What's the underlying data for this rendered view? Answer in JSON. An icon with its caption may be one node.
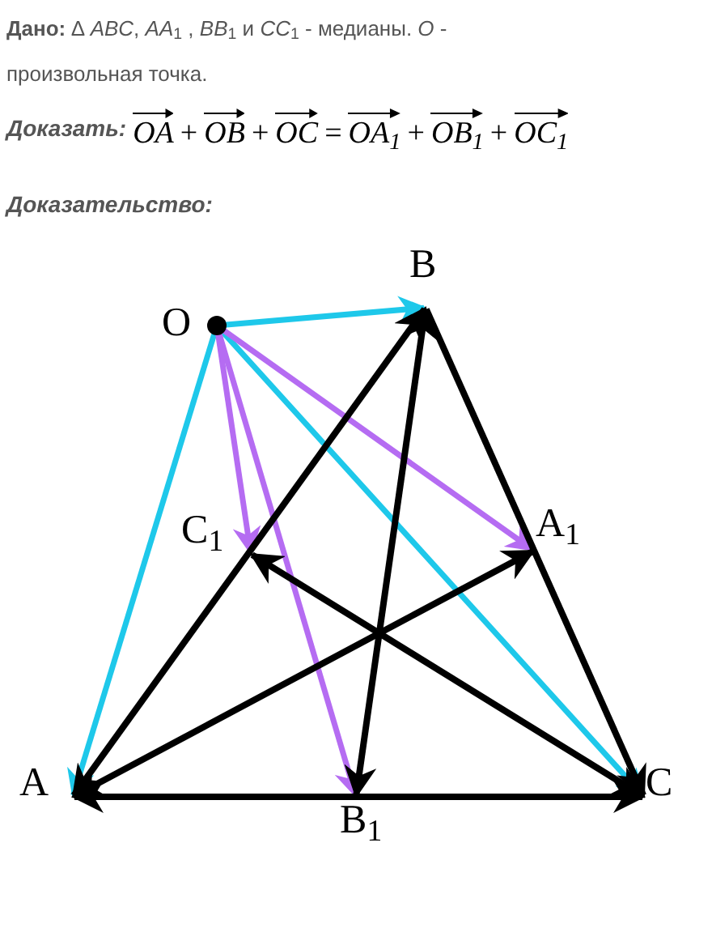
{
  "diagram": {
    "nodes": [
      {
        "text": [
          "O"
        ]
      },
      {
        "text": [
          "B"
        ]
      },
      {
        "text": [
          "A"
        ]
      },
      {
        "text": [
          "C"
        ]
      },
      {
        "text": [
          "A$_{1}$"
        ]
      },
      {
        "text": [
          "B$_{1}$"
        ]
      },
      {
        "text": [
          "C$_{1}$"
        ]
      }
    ],
    "edges": [
      {
        "from": 0,
        "to": 1,
        "arrow": "to",
        "color": "#1ec8ea"
      },
      {
        "from": 0,
        "to": 2,
        "arrow": "to",
        "color": "#1ec8ea"
      },
      {
        "from": 0,
        "to": 3,
        "arrow": "to",
        "color": "#1ec8ea"
      },
      {
        "from": 0,
        "to": 4,
        "arrow": "to",
        "color": "#b56cf2"
      },
      {
        "from": 0,
        "to": 5,
        "arrow": "to",
        "color": "#b56cf2"
      },
      {
        "from": 0,
        "to": 6,
        "arrow": "to",
        "color": "#b56cf2"
      },
      {
        "from": 2,
        "to": 1,
        "arrow": "both"
      },
      {
        "from": 1,
        "to": 3,
        "arrow": "to"
      },
      {
        "from": 2,
        "to": 3,
        "arrow": "both"
      },
      {
        "from": 2,
        "to": 4,
        "arrow": "both"
      },
      {
        "from": 1,
        "to": 5,
        "arrow": "both"
      },
      {
        "from": 3,
        "to": 6,
        "arrow": "both"
      }
    ],
    "labels": [
      "**Дано:** ∆ *ABC*, *AA*$_{1}$ , *BB*$_{1}$ и *CC*$_{1}$ - медианы.  *O* - произвольная точка.",
      "Доказать:",
      "OA",
      "+",
      "OB",
      "+",
      "OC",
      "=",
      "OA$_{1}$",
      "+",
      "OB$_{1}$",
      "+",
      "OC$_{1}$",
      "Доказательство:"
    ]
  }
}
